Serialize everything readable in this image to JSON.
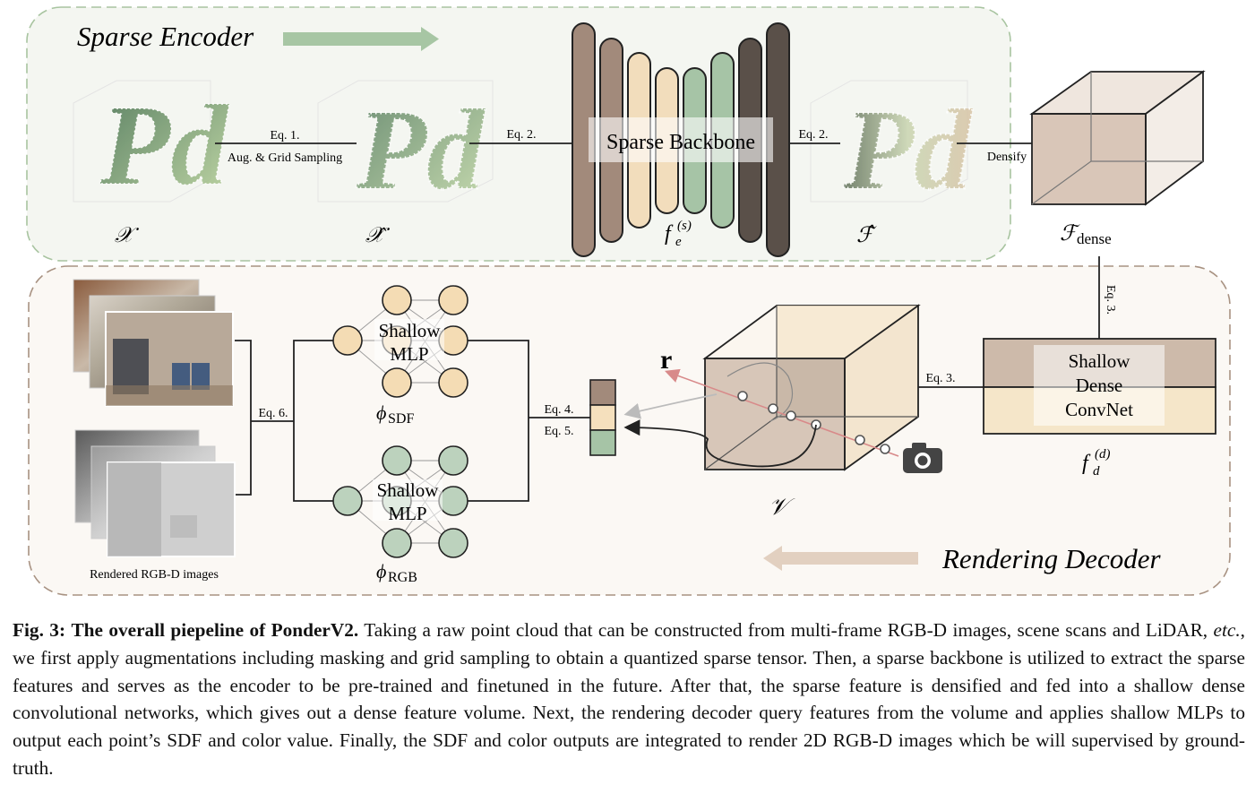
{
  "encoder": {
    "title": "Sparse Encoder",
    "eq1": "Eq. 1.",
    "aug": "Aug. & Grid Sampling",
    "eq2a": "Eq. 2.",
    "eq2b": "Eq. 2.",
    "backbone": "Sparse Backbone",
    "densify": "Densify",
    "sym_x": "𝒳",
    "sym_xhat": "𝒳̂",
    "sym_fe": "f",
    "sym_fe_sub": "e",
    "sym_fe_sup": "(s)",
    "sym_fhat": "ℱ̂",
    "sym_fdense": "ℱ",
    "sym_fdense_sub": "dense",
    "pd_text": "Pd"
  },
  "decoder": {
    "title": "Rendering Decoder",
    "eq3_vertical": "Eq. 3.",
    "eq3": "Eq. 3.",
    "eq4": "Eq. 4.",
    "eq5": "Eq. 5.",
    "eq6": "Eq. 6.",
    "convnet": [
      "Shallow",
      "Dense",
      "ConvNet"
    ],
    "sym_fd": "f",
    "sym_fd_sub": "d",
    "sym_fd_sup": "(d)",
    "sym_v": "𝒱",
    "ray": "r",
    "mlp": [
      "Shallow",
      "MLP"
    ],
    "phi_sdf": "ϕ",
    "phi_sdf_sub": "SDF",
    "phi_rgb": "ϕ",
    "phi_rgb_sub": "RGB",
    "images_label": "Rendered RGB-D images"
  },
  "caption": {
    "figno": "Fig. 3:",
    "bold": "The overall piepeline of PonderV2.",
    "part1": "Taking a raw point cloud that can be constructed from multi-frame RGB-D images, scene scans and LiDAR,",
    "etc": "etc.",
    "part2": ", we first apply augmentations including masking and grid sampling to obtain a quantized sparse tensor. Then, a sparse backbone is utilized to extract the sparse features and serves as the encoder to be pre-trained and finetuned in the future. After that, the sparse feature is densified and fed into a shallow dense convolutional networks, which gives out a dense feature volume. Next, the rendering decoder query features from the volume and applies shallow MLPs to output each point’s SDF and color value. Finally, the SDF and color outputs are integrated to render 2D RGB-D images which be will supervised by ground-truth."
  },
  "colors": {
    "encoder_bg": "#f4f6f1",
    "encoder_border": "#a8c4a0",
    "decoder_bg": "#fbf8f4",
    "decoder_border": "#a89282",
    "green_arrow": "#a7c6a4",
    "tan_arrow": "#e2d0c0",
    "bar_dark": "#5a5049",
    "bar_brown": "#a28a7b",
    "bar_cream": "#f2ddbc",
    "bar_green": "#a6c4a6",
    "mlp_orange": "#f4dcb4",
    "mlp_green": "#bcd2bd",
    "cube_fill": "#d7c6b8",
    "box_top": "#cdbaaa",
    "box_bottom": "#f5e6c9"
  }
}
